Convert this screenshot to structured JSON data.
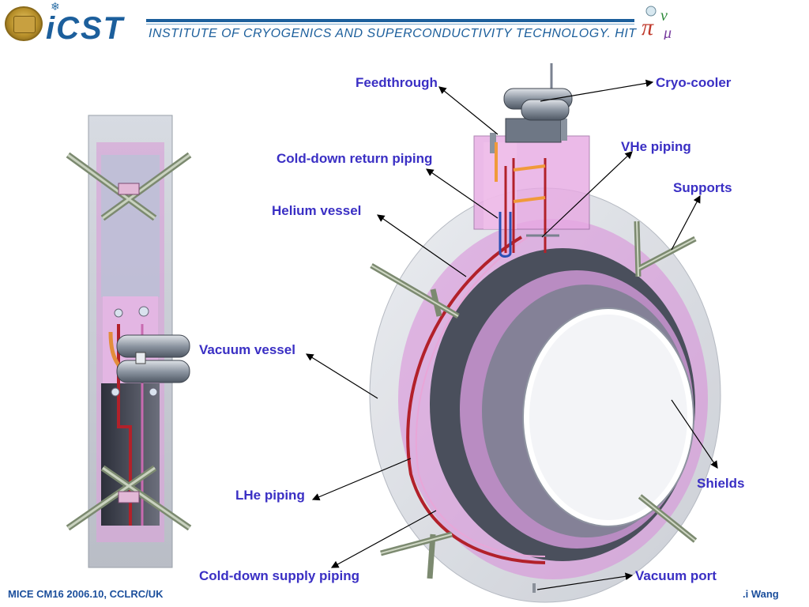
{
  "header": {
    "logo_text": "iCST",
    "institute": "INSTITUTE OF CRYOGENICS AND SUPERCONDUCTIVITY TECHNOLOGY. HIT"
  },
  "labels": {
    "feedthrough": "Feedthrough",
    "cryocooler": "Cryo-cooler",
    "vhe_piping": "VHe piping",
    "cold_down_return": "Cold-down return piping",
    "supports": "Supports",
    "helium_vessel": "Helium vessel",
    "vacuum_vessel": "Vacuum vessel",
    "shields": "Shields",
    "lhe_piping": "LHe piping",
    "cold_down_supply": "Cold-down supply piping",
    "vacuum_port": "Vacuum port"
  },
  "footer": {
    "left": "MICE CM16 2006.10, CCLRC/UK",
    "right": ".i Wang"
  },
  "colors": {
    "label": "#3a2fc4",
    "brand": "#1c5f9c",
    "shield_pink": "#d88ad8",
    "vessel_grey": "#c9ced6",
    "pipe_red": "#b2212a"
  }
}
